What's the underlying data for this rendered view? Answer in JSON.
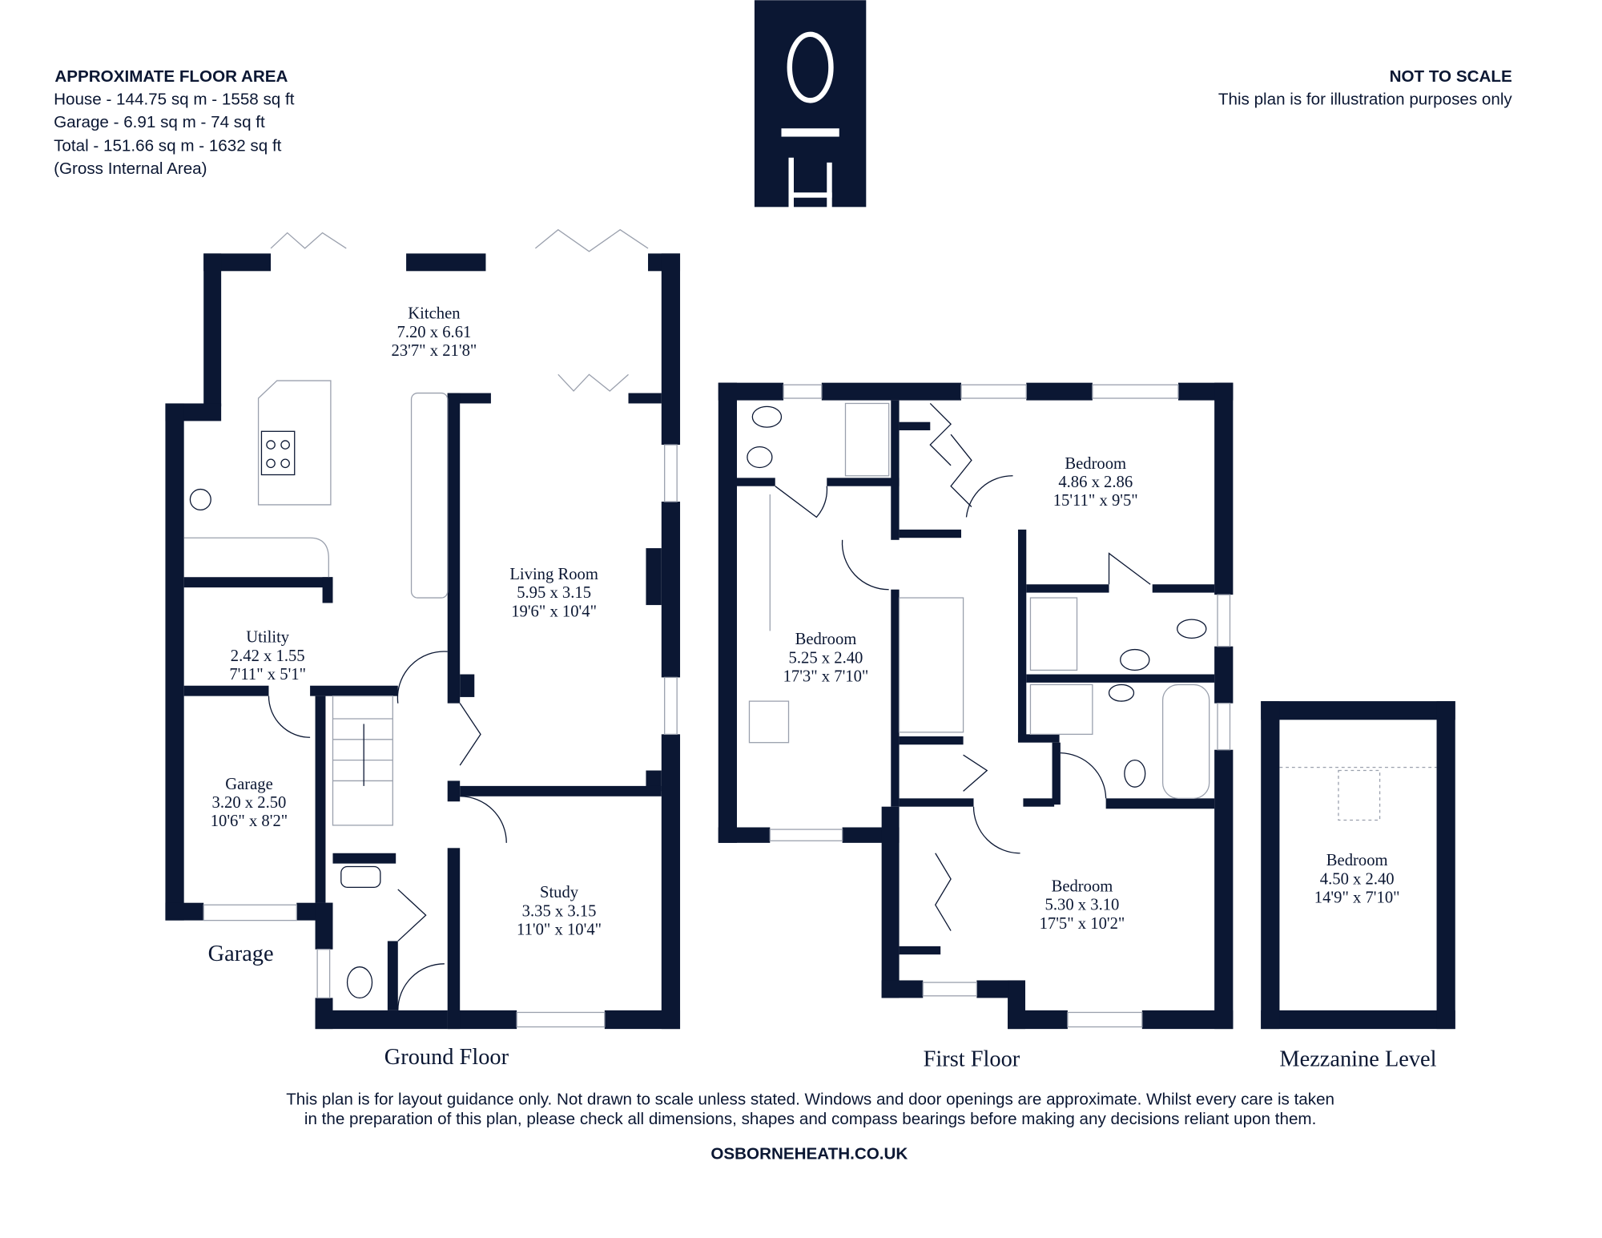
{
  "area": {
    "title": "APPROXIMATE FLOOR AREA",
    "house": "House - 144.75 sq m - 1558 sq ft",
    "garage": "Garage - 6.91 sq m - 74 sq ft",
    "total": "Total - 151.66 sq m - 1632 sq ft",
    "note": "(Gross Internal Area)"
  },
  "scale": {
    "title": "NOT TO SCALE",
    "note": "This plan is for illustration purposes only"
  },
  "logo": {
    "top": "O",
    "bottom": "H"
  },
  "rooms": {
    "kitchen": {
      "name": "Kitchen",
      "m": "7.20 x 6.61",
      "ft": "23'7\" x 21'8\""
    },
    "living": {
      "name": "Living Room",
      "m": "5.95 x 3.15",
      "ft": "19'6\" x 10'4\""
    },
    "utility": {
      "name": "Utility",
      "m": "2.42 x 1.55",
      "ft": "7'11\" x 5'1\""
    },
    "garage": {
      "name": "Garage",
      "m": "3.20 x 2.50",
      "ft": "10'6\" x 8'2\""
    },
    "study": {
      "name": "Study",
      "m": "3.35 x 3.15",
      "ft": "11'0\" x 10'4\""
    },
    "bed1": {
      "name": "Bedroom",
      "m": "4.86 x 2.86",
      "ft": "15'11\" x 9'5\""
    },
    "bed2": {
      "name": "Bedroom",
      "m": "5.25 x 2.40",
      "ft": "17'3\" x 7'10\""
    },
    "bed3": {
      "name": "Bedroom",
      "m": "5.30 x 3.10",
      "ft": "17'5\" x 10'2\""
    },
    "bed4": {
      "name": "Bedroom",
      "m": "4.50 x 2.40",
      "ft": "14'9\" x 7'10\""
    }
  },
  "labels": {
    "garage": "Garage",
    "ground": "Ground Floor",
    "first": "First Floor",
    "mezz": "Mezzanine Level"
  },
  "disclaimer": {
    "line1": "This plan is for layout guidance only. Not drawn to scale unless stated. Windows and door openings are approximate. Whilst every care is taken",
    "line2": "in the preparation of this plan, please check all dimensions, shapes and compass bearings before making any decisions reliant upon them."
  },
  "website": "OSBORNEHEATH.CO.UK",
  "colors": {
    "ink": "#0b1733"
  }
}
